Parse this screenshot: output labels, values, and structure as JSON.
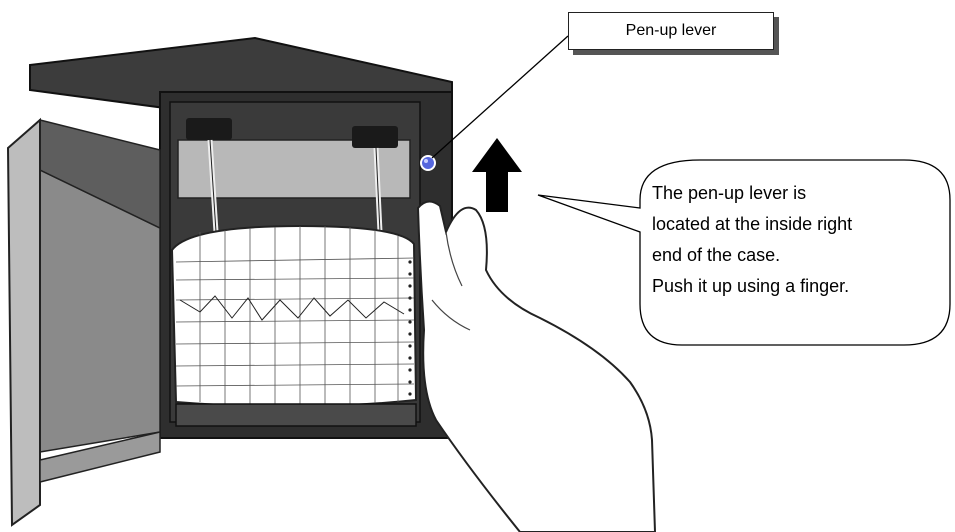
{
  "label": {
    "text": "Pen-up lever"
  },
  "callout": {
    "lines": [
      "The pen-up lever is",
      "located at the inside right",
      "end of the case.",
      "Push it up using a finger."
    ]
  },
  "colors": {
    "background": "#ffffff",
    "recorder_body": "#5a5a5a",
    "recorder_top": "#3a3a3a",
    "lever_dot": "#5566dd",
    "arrow": "#000000",
    "chart_paper": "#ffffff"
  },
  "icons": {
    "lever": "pen-up-lever-icon",
    "arrow": "up-arrow-icon"
  }
}
